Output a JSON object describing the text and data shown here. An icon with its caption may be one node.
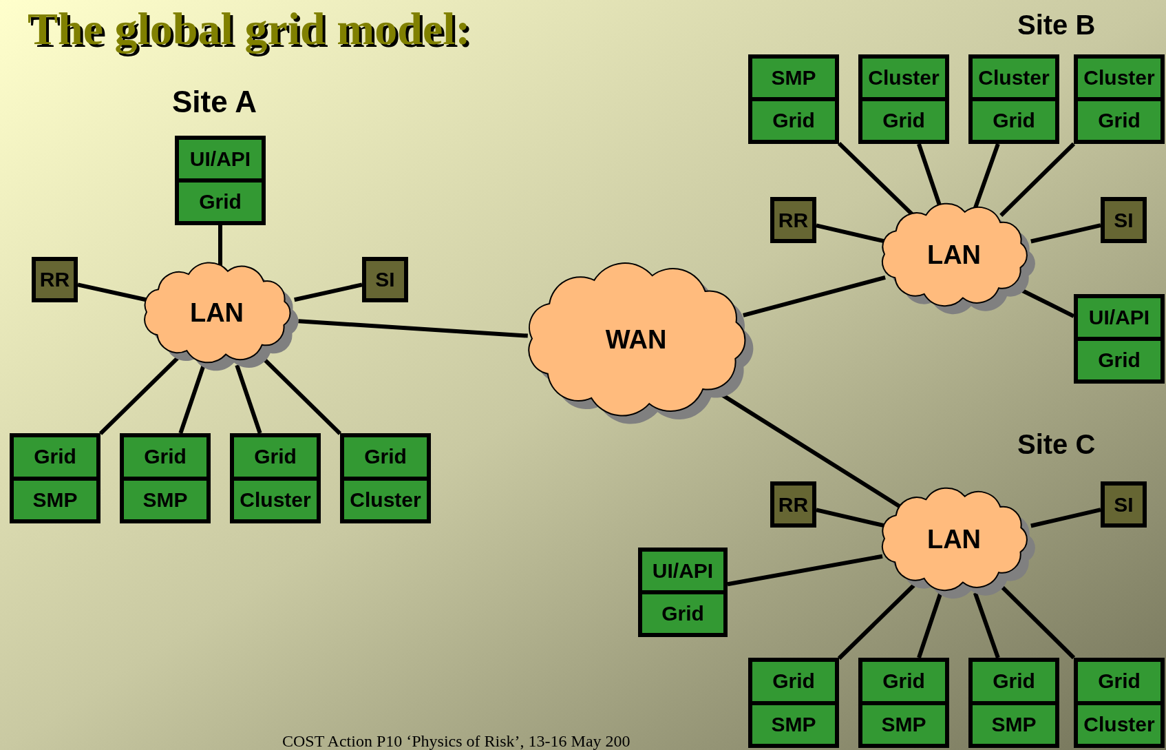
{
  "diagram": {
    "title": "The global grid model:",
    "nodes": [
      {
        "text": [
          "UI/API",
          "Grid"
        ]
      },
      {
        "text": [
          "RR"
        ]
      },
      {
        "text": [
          "LAN"
        ]
      },
      {
        "text": [
          "SI"
        ]
      },
      {
        "text": [
          "Grid",
          "SMP"
        ]
      },
      {
        "text": [
          "Grid",
          "SMP"
        ]
      },
      {
        "text": [
          "Grid",
          "Cluster"
        ]
      },
      {
        "text": [
          "Grid",
          "Cluster"
        ]
      },
      {
        "text": [
          "WAN"
        ]
      },
      {
        "text": [
          "SMP",
          "Grid"
        ]
      },
      {
        "text": [
          "Cluster",
          "Grid"
        ]
      },
      {
        "text": [
          "Cluster",
          "Grid"
        ]
      },
      {
        "text": [
          "Cluster",
          "Grid"
        ]
      },
      {
        "text": [
          "RR"
        ]
      },
      {
        "text": [
          "LAN"
        ]
      },
      {
        "text": [
          "SI"
        ]
      },
      {
        "text": [
          "UI/API",
          "Grid"
        ]
      },
      {
        "text": [
          "RR"
        ]
      },
      {
        "text": [
          "LAN"
        ]
      },
      {
        "text": [
          "SI"
        ]
      },
      {
        "text": [
          "UI/API",
          "Grid"
        ]
      },
      {
        "text": [
          "Grid",
          "SMP"
        ]
      },
      {
        "text": [
          "Grid",
          "SMP"
        ]
      },
      {
        "text": [
          "Grid",
          "SMP"
        ]
      },
      {
        "text": [
          "Grid",
          "Cluster"
        ]
      }
    ],
    "edges": [
      {
        "from": 0,
        "to": 2,
        "arrow": "none"
      },
      {
        "from": 1,
        "to": 2,
        "arrow": "none"
      },
      {
        "from": 2,
        "to": 3,
        "arrow": "none"
      },
      {
        "from": 2,
        "to": 4,
        "arrow": "none"
      },
      {
        "from": 2,
        "to": 5,
        "arrow": "none"
      },
      {
        "from": 2,
        "to": 6,
        "arrow": "none"
      },
      {
        "from": 2,
        "to": 7,
        "arrow": "none"
      },
      {
        "from": 2,
        "to": 8,
        "arrow": "none"
      },
      {
        "from": 8,
        "to": 14,
        "arrow": "none"
      },
      {
        "from": 8,
        "to": 18,
        "arrow": "none"
      },
      {
        "from": 9,
        "to": 14,
        "arrow": "none"
      },
      {
        "from": 10,
        "to": 14,
        "arrow": "none"
      },
      {
        "from": 11,
        "to": 14,
        "arrow": "none"
      },
      {
        "from": 12,
        "to": 14,
        "arrow": "none"
      },
      {
        "from": 13,
        "to": 14,
        "arrow": "none"
      },
      {
        "from": 14,
        "to": 15,
        "arrow": "none"
      },
      {
        "from": 14,
        "to": 16,
        "arrow": "none"
      },
      {
        "from": 17,
        "to": 18,
        "arrow": "none"
      },
      {
        "from": 18,
        "to": 19,
        "arrow": "none"
      },
      {
        "from": 20,
        "to": 18,
        "arrow": "none"
      },
      {
        "from": 18,
        "to": 21,
        "arrow": "none"
      },
      {
        "from": 18,
        "to": 22,
        "arrow": "none"
      },
      {
        "from": 18,
        "to": 23,
        "arrow": "none"
      },
      {
        "from": 18,
        "to": 24,
        "arrow": "none"
      }
    ],
    "labels": [
      "Site A",
      "Site B",
      "Site C",
      "COST Action P10 ‘Physics of Risk’, 13-16 May 200"
    ]
  }
}
